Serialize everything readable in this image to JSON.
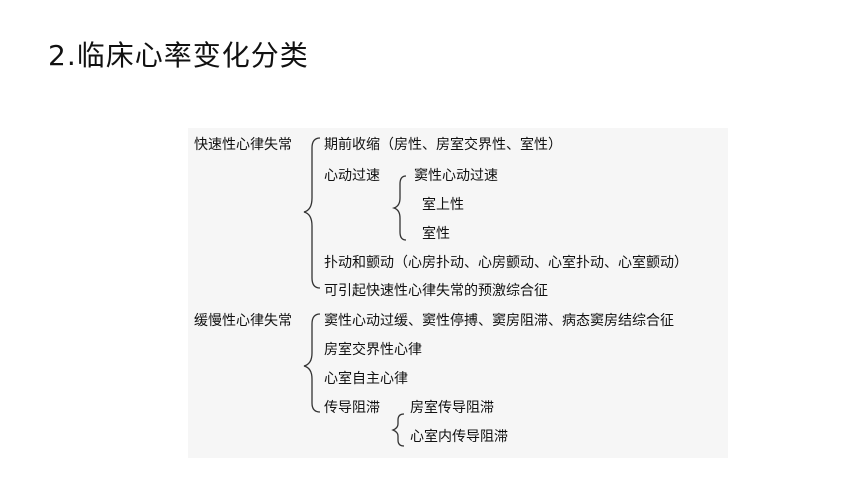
{
  "title": "2.临床心率变化分类",
  "tachy": {
    "label": "快速性心律失常",
    "items": [
      "期前收缩（房性、房室交界性、室性）",
      "心动过速",
      "扑动和颤动（心房扑动、心房颤动、心室扑动、心室颤动）",
      "可引起快速性心律失常的预激综合征"
    ],
    "tachycardia_sub": [
      "窦性心动过速",
      "室上性",
      "室性"
    ]
  },
  "brady": {
    "label": "缓慢性心律失常",
    "items": [
      "窦性心动过缓、窦性停搏、窦房阻滞、病态窦房结综合征",
      "房室交界性心律",
      "心室自主心律",
      "传导阻滞"
    ],
    "block_sub": [
      "房室传导阻滞",
      "心室内传导阻滞"
    ]
  }
}
